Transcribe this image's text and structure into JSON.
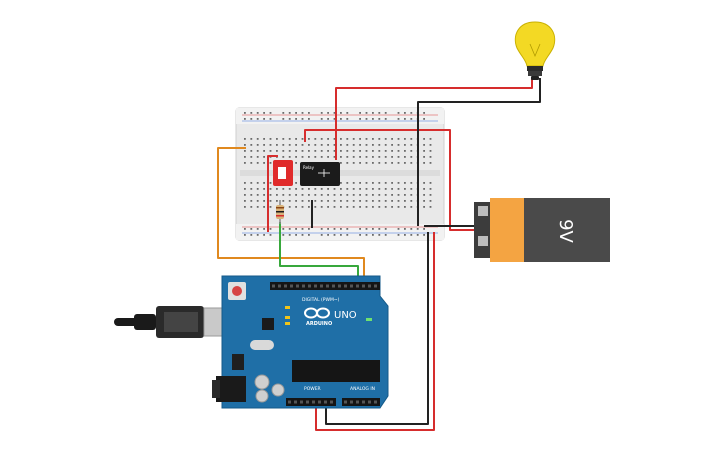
{
  "battery": {
    "label": "9V",
    "colors": {
      "top": "#f4a442",
      "body": "#4a4a4a"
    }
  },
  "arduino": {
    "logo_text": "ARDUINO",
    "model": "UNO",
    "digital_header_label": "DIGITAL (PWM~)",
    "power_label": "POWER",
    "analog_label": "ANALOG IN",
    "board_color": "#1f6fa7"
  },
  "relay": {
    "label": "Relay"
  },
  "wires": {
    "red": "#d62d2d",
    "black": "#222222",
    "orange": "#e0891f",
    "green": "#38a83c"
  },
  "bulb": {
    "glass_color": "#f3d924"
  }
}
